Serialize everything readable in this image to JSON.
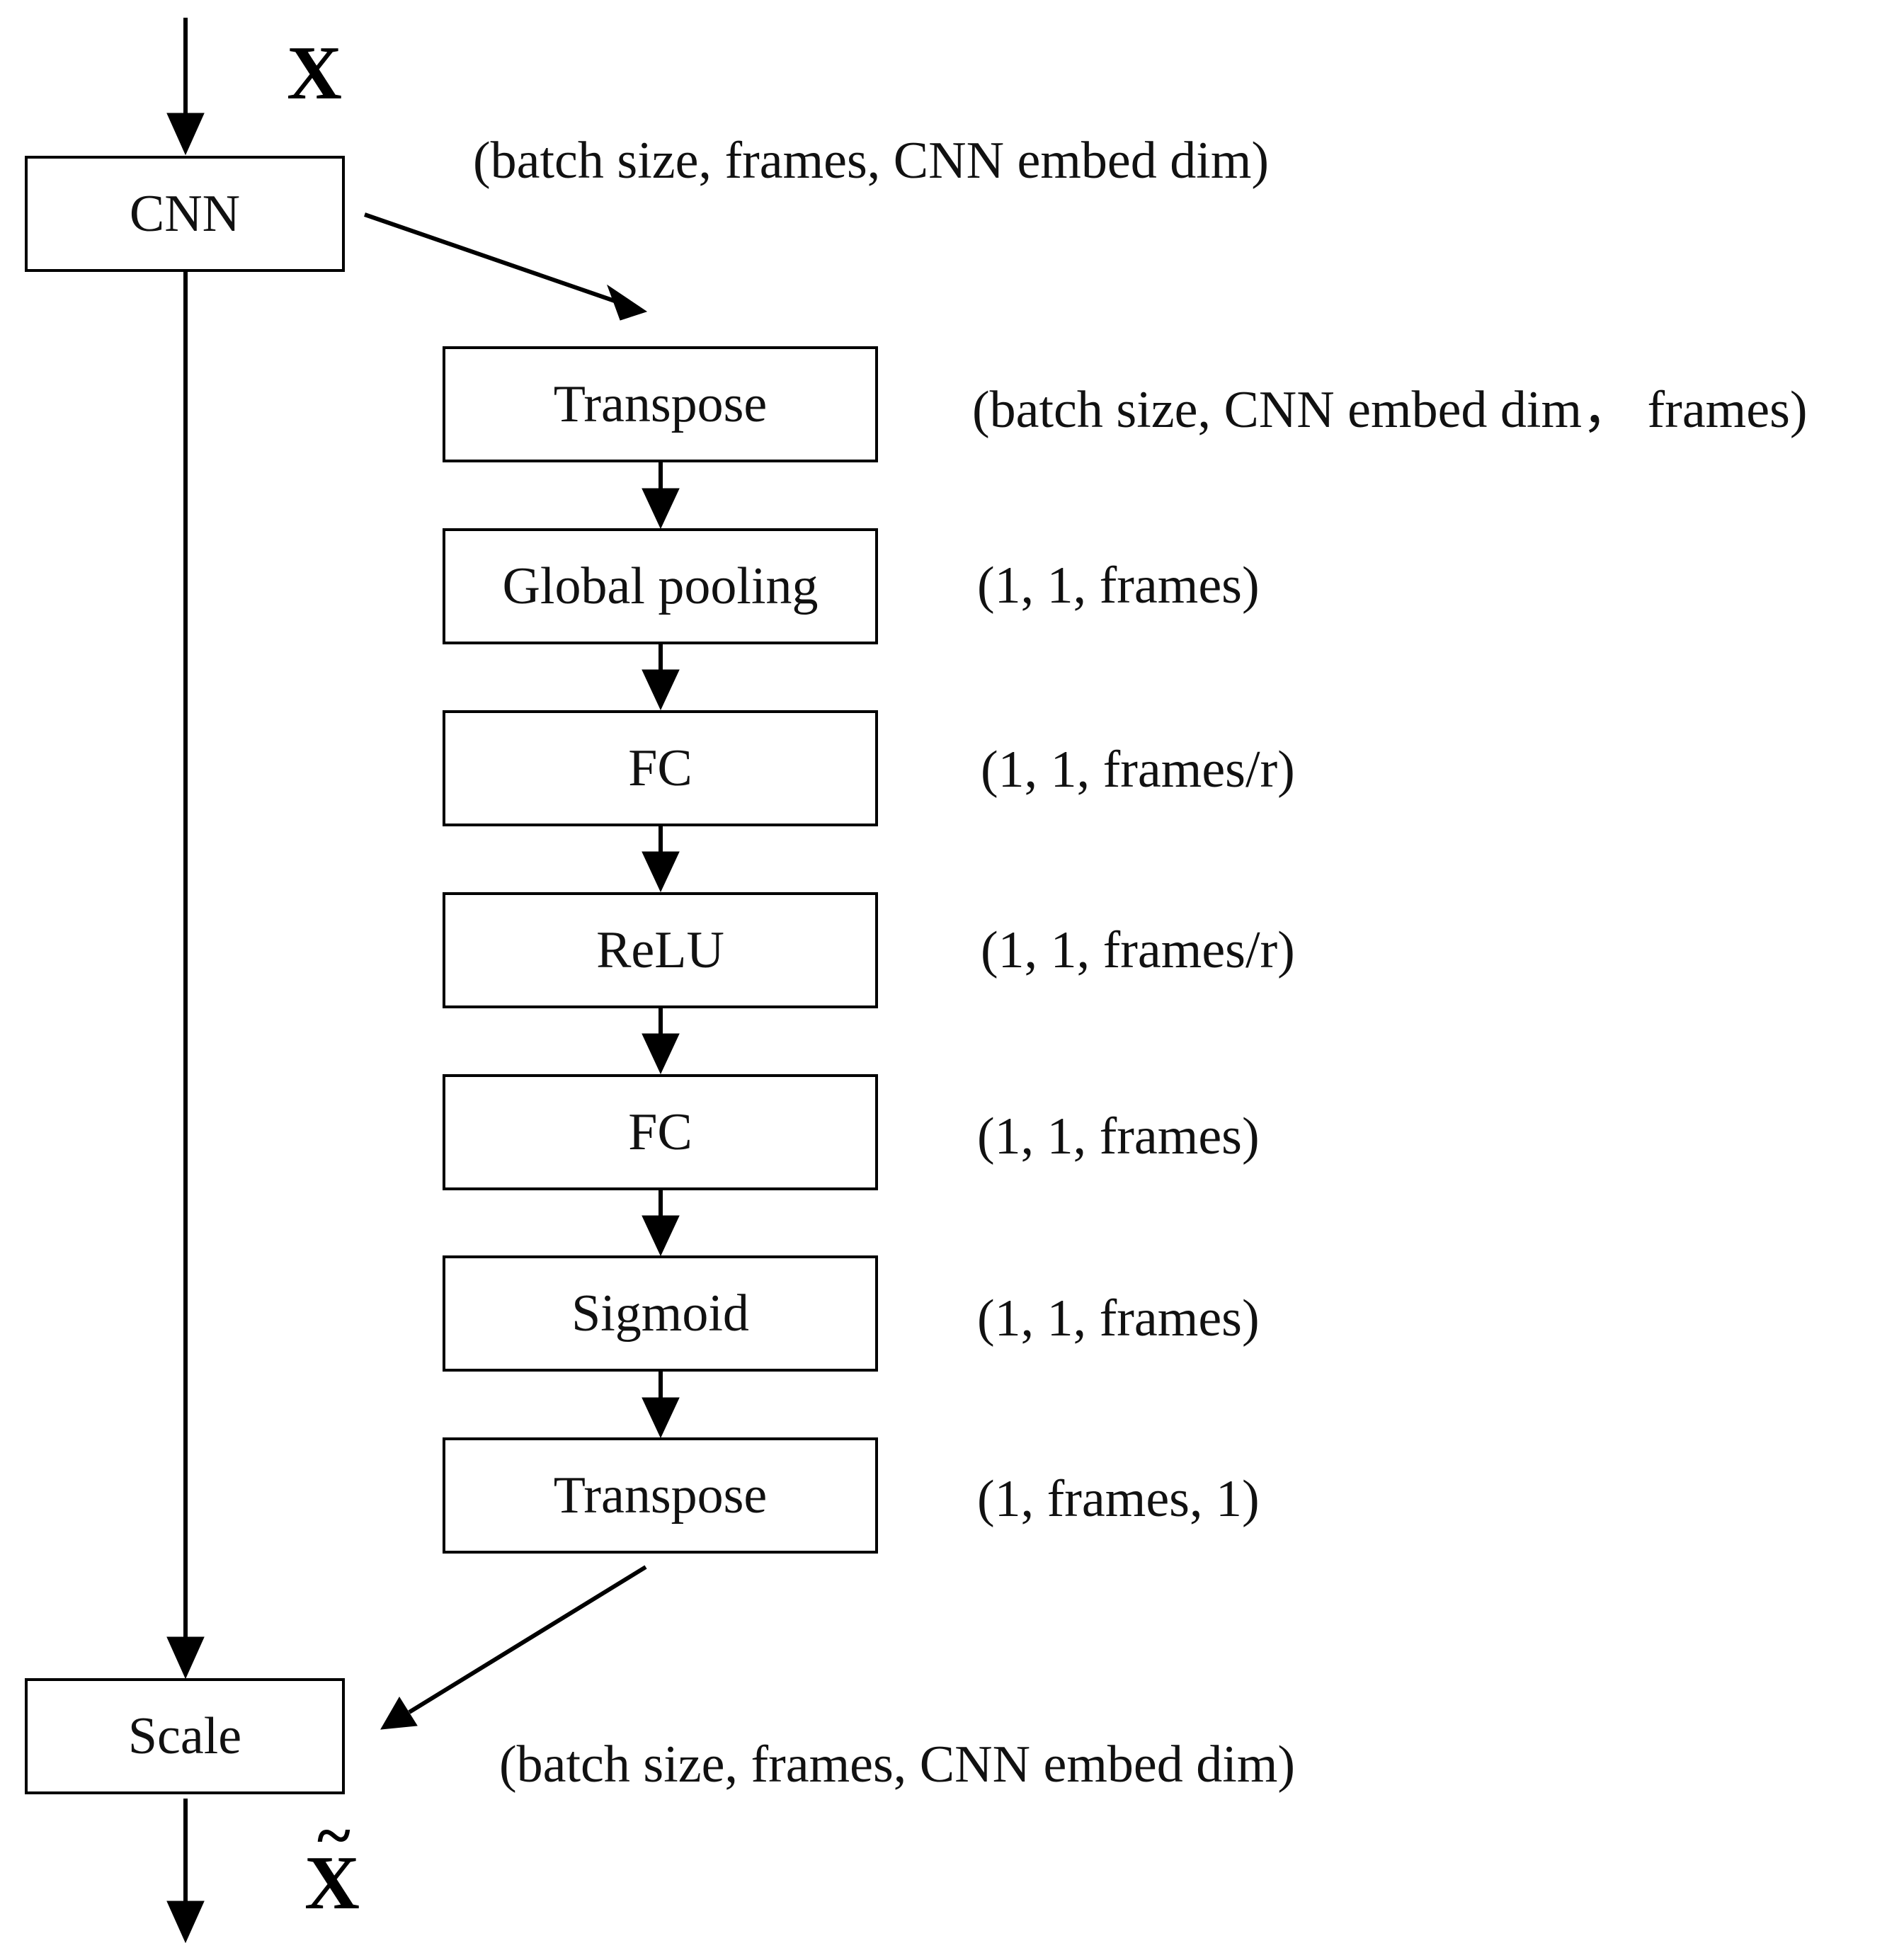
{
  "input_label": "X",
  "output_label": {
    "base": "X",
    "accent": "~"
  },
  "blocks": {
    "cnn": "CNN",
    "scale": "Scale"
  },
  "branch": [
    {
      "label": "Transpose",
      "shape": "(batch size, CNN embed dim， frames)"
    },
    {
      "label": "Global pooling",
      "shape": "(1, 1, frames)"
    },
    {
      "label": "FC",
      "shape": "(1, 1, frames/r)"
    },
    {
      "label": "ReLU",
      "shape": "(1, 1, frames/r)"
    },
    {
      "label": "FC",
      "shape": "(1, 1, frames)"
    },
    {
      "label": "Sigmoid",
      "shape": "(1, 1, frames)"
    },
    {
      "label": "Transpose",
      "shape": "(1, frames, 1)"
    }
  ],
  "cnn_output_shape": "(batch size, frames, CNN embed dim)",
  "scale_output_shape": "(batch size, frames, CNN embed dim)"
}
